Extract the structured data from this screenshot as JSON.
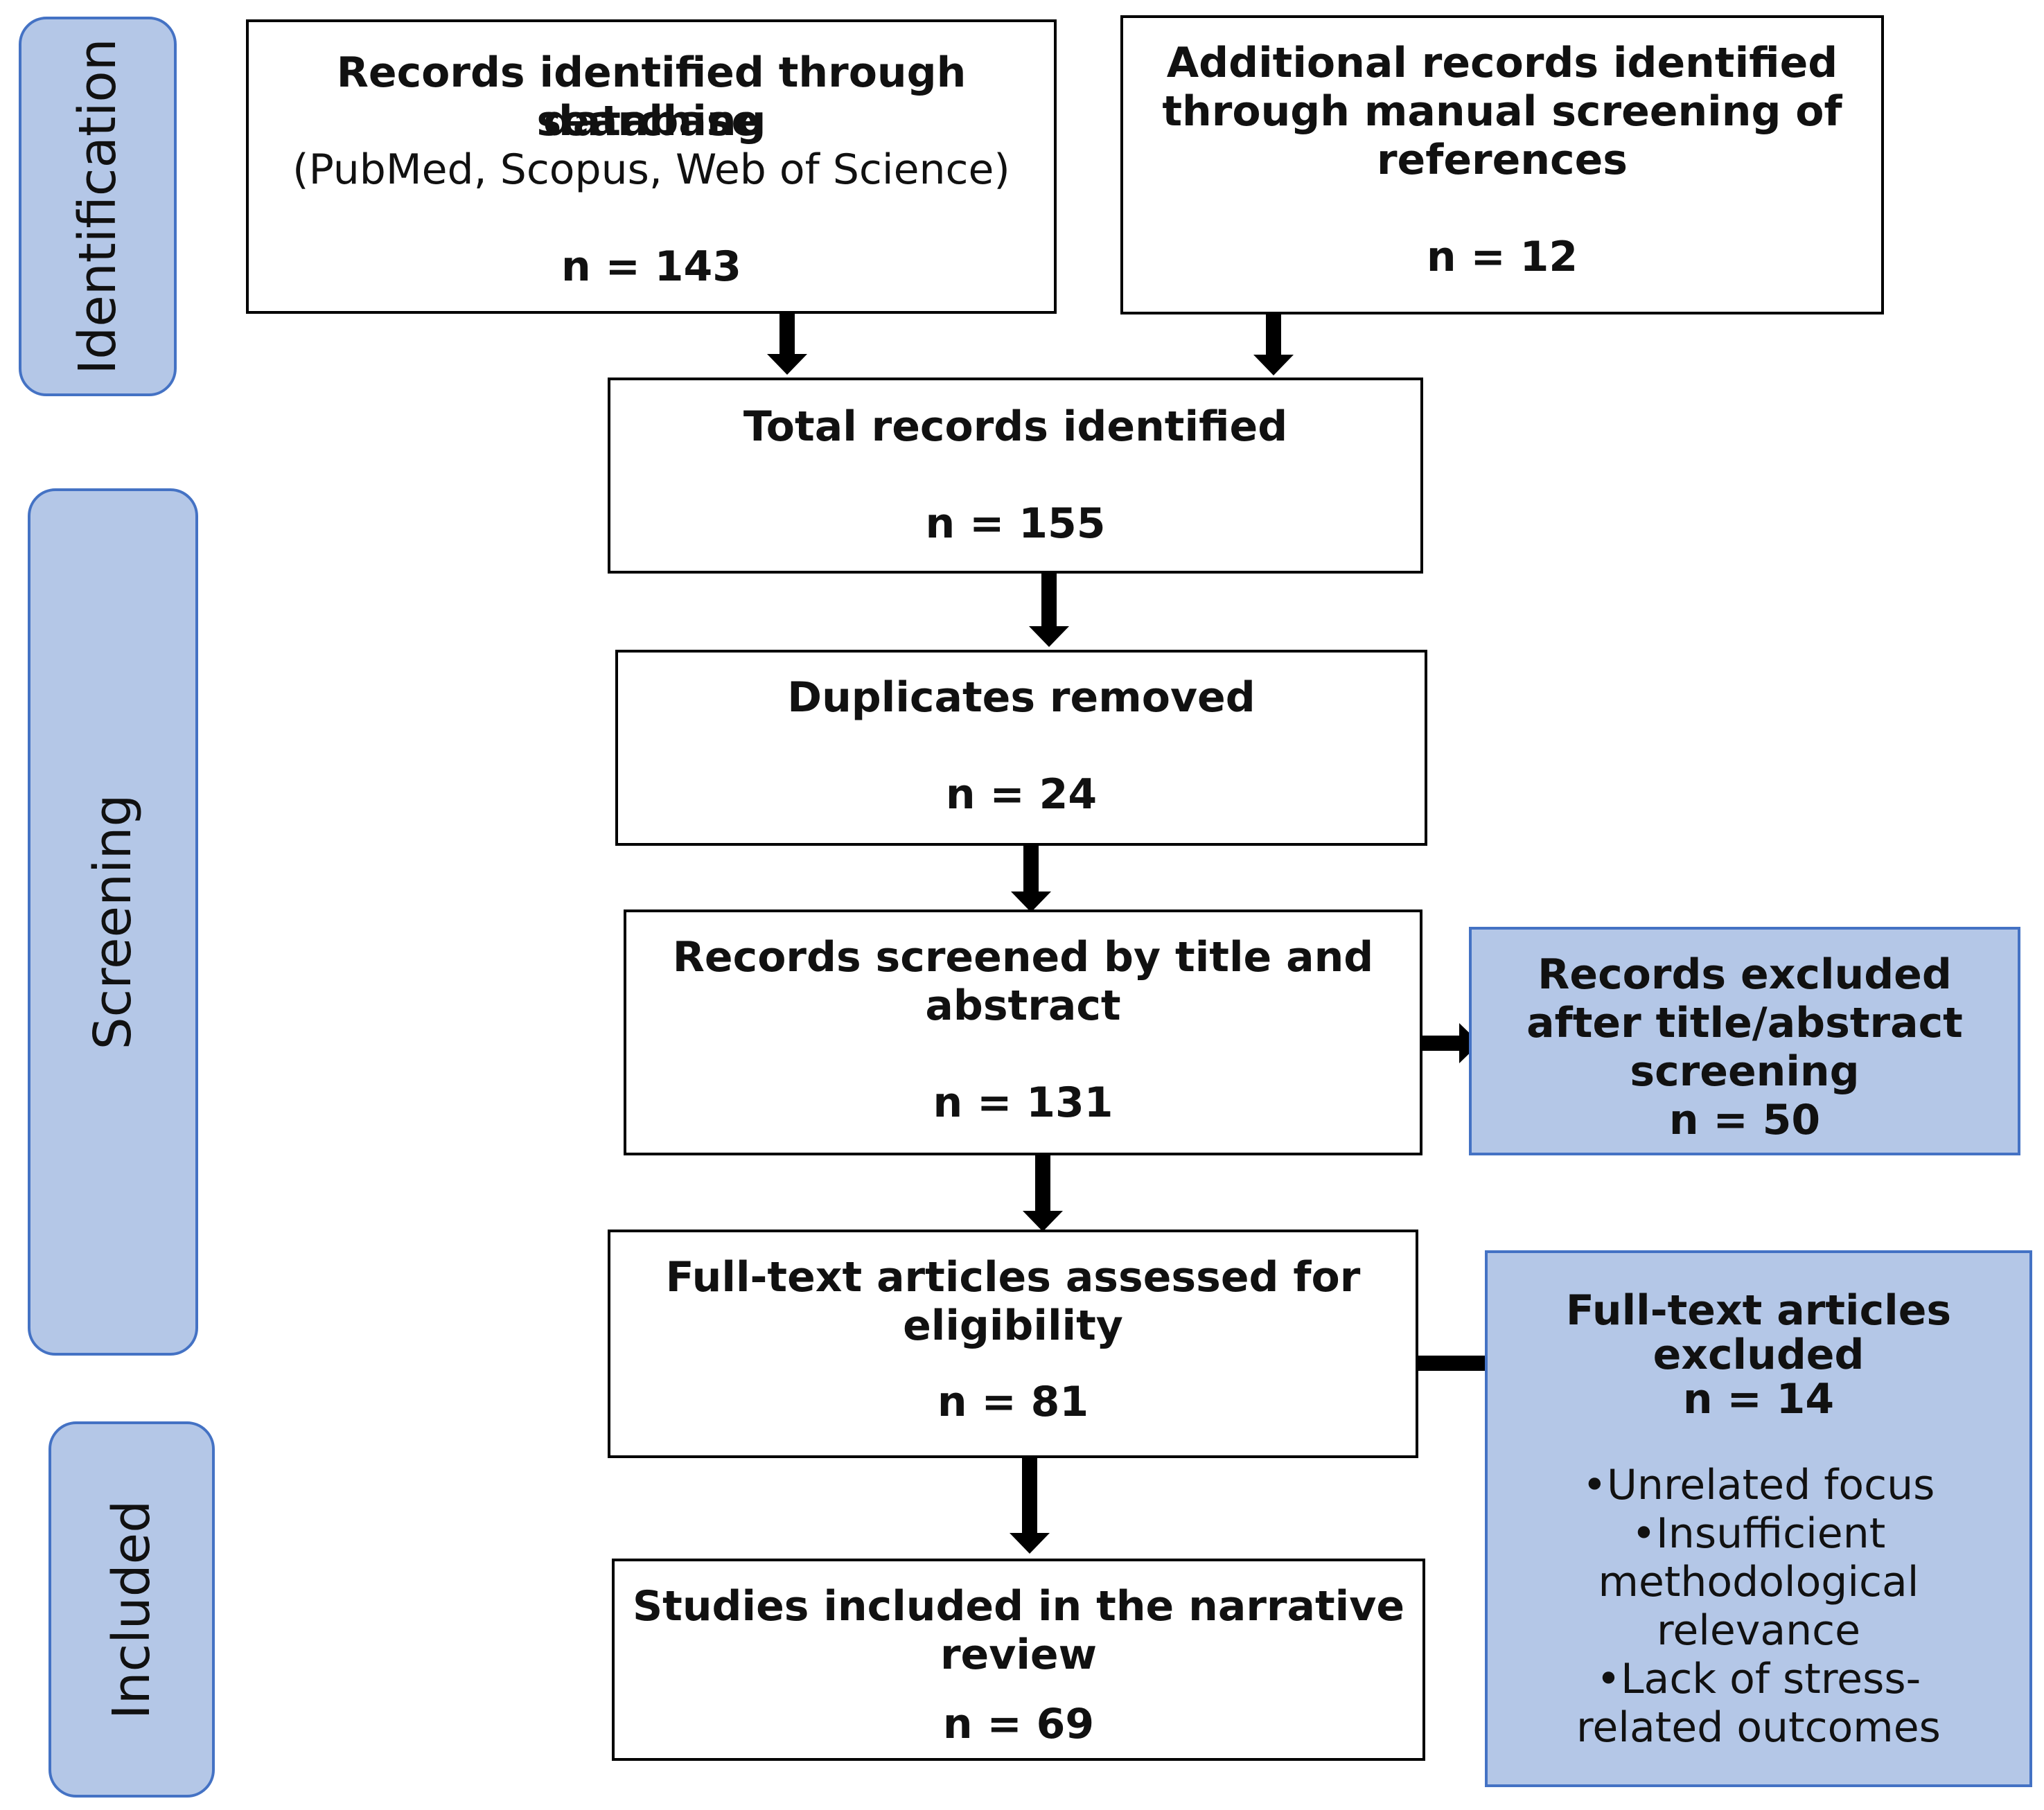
{
  "phases": {
    "identification": "Identification",
    "screening": "Screening",
    "included": "Included"
  },
  "boxes": {
    "database": {
      "line1": "Records identified through database",
      "line2": "searching",
      "line3": "(PubMed, Scopus, Web of Science)",
      "count": "n = 143"
    },
    "manual": {
      "line1": "Additional records identified",
      "line2": "through manual screening of",
      "line3": "references",
      "count": "n = 12"
    },
    "total": {
      "line1": "Total records identified",
      "count": "n = 155"
    },
    "duplicates": {
      "line1": "Duplicates removed",
      "count": "n = 24"
    },
    "screened": {
      "line1": "Records screened by title and",
      "line2": "abstract",
      "count": "n = 131"
    },
    "excluded_screening": {
      "line1": "Records excluded",
      "line2": "after title/abstract",
      "line3": "screening",
      "count": "n = 50"
    },
    "fulltext": {
      "line1": "Full-text articles assessed for",
      "line2": "eligibility",
      "count": "n = 81"
    },
    "excluded_fulltext": {
      "line1": "Full-text articles",
      "line2": "excluded",
      "count": "n = 14",
      "reasons": [
        "Unrelated focus",
        "Insufficient",
        "methodological",
        "relevance",
        "Lack of stress-",
        "related outcomes"
      ]
    },
    "included": {
      "line1": "Studies included in the narrative",
      "line2": "review",
      "count": "n = 69"
    }
  }
}
